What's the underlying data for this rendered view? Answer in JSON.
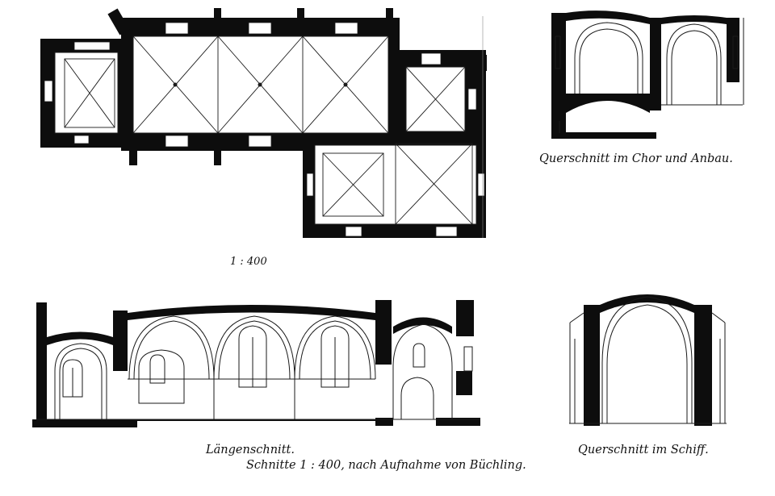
{
  "captions": {
    "cross_section_choir": "Querschnitt im Chor und Anbau.",
    "plan_scale": "1 : 400",
    "longitudinal_section": "Längenschnitt.",
    "cross_section_nave": "Querschnitt im Schiff.",
    "sections_note": "Schnitte 1 : 400, nach Aufnahme von Büchling."
  },
  "colors": {
    "wall": "#0d0d0d",
    "line": "#1a1a1a",
    "paper": "#ffffff"
  }
}
